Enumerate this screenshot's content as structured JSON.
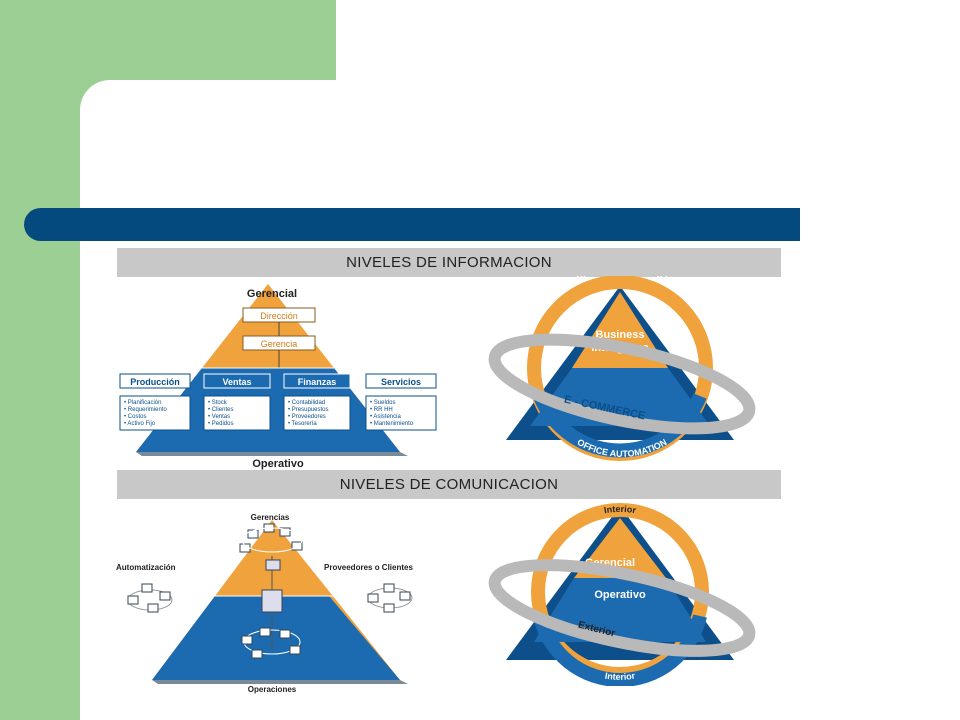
{
  "slide": {
    "accent_green": "#9ccf93",
    "accent_blue": "#054a7e"
  },
  "section_info": {
    "title": "NIVELES DE INFORMACION",
    "pyramid": {
      "top_label": "Gerencial",
      "bottom_label": "Operativo",
      "box_direccion": "Dirección",
      "box_gerencia": "Gerencia",
      "departments": [
        {
          "name": "Producción",
          "items": [
            "• Planificación",
            "• Requerimiento",
            "• Costos",
            "• Activo Fijo"
          ]
        },
        {
          "name": "Ventas",
          "items": [
            "• Stock",
            "• Clientes",
            "• Ventas",
            "• Pedidos"
          ]
        },
        {
          "name": "Finanzas",
          "items": [
            "• Contabilidad",
            "• Presupuestos",
            "• Proveedores",
            "• Tesorería"
          ]
        },
        {
          "name": "Servicios",
          "items": [
            "• Sueldos",
            "• RR HH",
            "• Asistencia",
            "• Mantenimiento"
          ]
        }
      ]
    },
    "ring": {
      "top_arc": "OFFICE AUTOMATION",
      "bottom_arc": "OFFICE AUTOMATION",
      "band": "E - COMMERCE",
      "apex_line1": "Business",
      "apex_line2": "Inteligence"
    }
  },
  "section_comm": {
    "title": "NIVELES DE COMUNICACION",
    "pyramid": {
      "top_label": "Gerencias",
      "left_label": "Automatización",
      "right_label": "Proveedores o Clientes",
      "bottom_label": "Operaciones"
    },
    "ring": {
      "top_arc": "Interior",
      "bottom_arc": "Interior",
      "band": "Exterior",
      "upper_label": "Gerencial",
      "lower_label": "Operativo"
    }
  },
  "colors": {
    "orange": "#f0a23c",
    "blue": "#1c6bb0",
    "dark_blue": "#0c4f8a",
    "gray_band": "#c8c8c8"
  }
}
